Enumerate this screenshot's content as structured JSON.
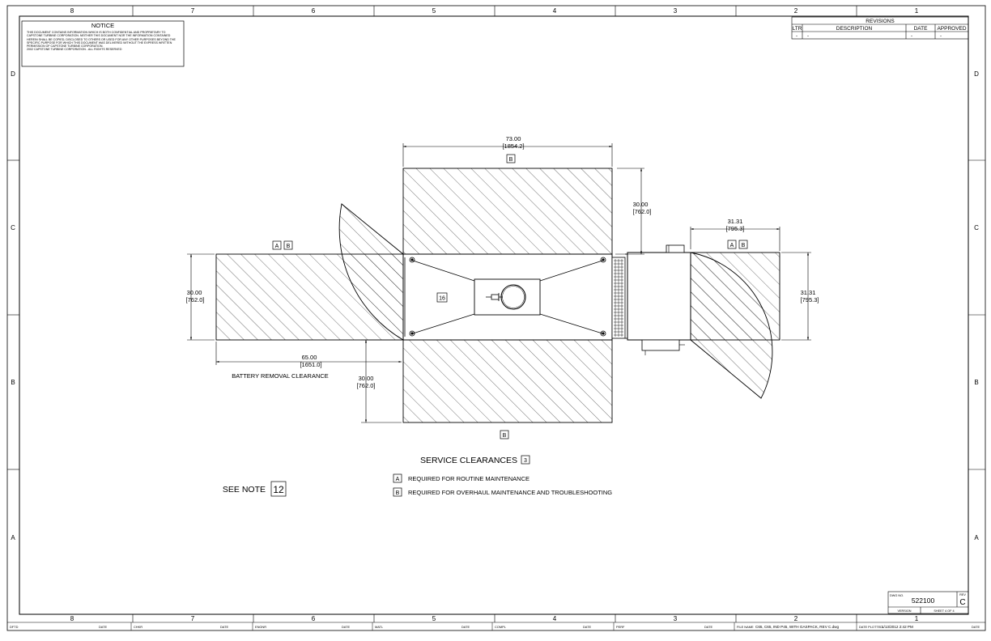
{
  "border": {
    "columns": [
      "8",
      "7",
      "6",
      "5",
      "4",
      "3",
      "2",
      "1"
    ],
    "rows": [
      "D",
      "C",
      "B",
      "A"
    ]
  },
  "notice": {
    "title": "NOTICE",
    "body": "THIS DOCUMENT CONTAINS INFORMATION WHICH IS BOTH CONFIDENTIAL AND PROPRIETARY TO CAPSTONE TURBINE CORPORATION. NEITHER THIS DOCUMENT NOR THE INFORMATION CONTAINED HEREIN SHALL BE COPIED, DISCLOSED TO OTHERS OR USED FOR ANY OTHER PURPOSES BEYOND THE SPECIFIC PURPOSE FOR WHICH THIS DOCUMENT WAS DELIVERED WITHOUT THE EXPRESS WRITTEN PERMISSION OF CAPSTONE TURBINE CORPORATION.",
    "copyright": "2002 CAPSTONE TURBINE CORPORATION - ALL RIGHTS RESERVED"
  },
  "revisions": {
    "title": "REVISIONS",
    "headers": [
      "LTR",
      "DESCRIPTION",
      "DATE",
      "APPROVED"
    ],
    "row": [
      "-",
      "-",
      "-",
      "-"
    ]
  },
  "dimensions": {
    "top_width": "73.00",
    "top_width_mm": "[1854.2]",
    "top_clearance": "30.00",
    "top_clearance_mm": "[762.0]",
    "right_width": "31.31",
    "right_width_mm": "[795.3]",
    "right_height": "31.31",
    "right_height_mm": "[795.3]",
    "left_height": "30.00",
    "left_height_mm": "[762.0]",
    "battery_width": "65.00",
    "battery_width_mm": "[1651.0]",
    "bottom_clearance": "30.00",
    "bottom_clearance_mm": "[762.0]"
  },
  "labels": {
    "battery_removal": "BATTERY REMOVAL CLEARANCE",
    "box_a": "A",
    "box_b": "B",
    "item_16": "16",
    "service_clearances": "SERVICE CLEARANCES",
    "service_note_ref": "3",
    "see_note": "SEE NOTE",
    "see_note_ref": "12",
    "legend_a": "REQUIRED FOR ROUTINE MAINTENANCE",
    "legend_b": "REQUIRED FOR OVERHAUL MAINTENANCE AND TROUBLESHOOTING"
  },
  "title_block": {
    "dwg_no_label": "DWG NO.",
    "dwg_no": "522100",
    "rev_label": "REV",
    "rev": "C",
    "version_label": "VERSION",
    "sheet_label": "SHEET 4 OF 4"
  },
  "footer": {
    "dftd": "DFTD",
    "date": "DATE",
    "chkr": "CHKR",
    "engnr": "ENGNR",
    "matl": "MATL",
    "compl": "COMPL",
    "perf": "PERF",
    "filename_label": "FILE NAME",
    "filename": "C65, C65, IND P45, WITH GASPACK, REV C.dwg",
    "plotted_label": "DATE PLOTTED",
    "plotted": "1/13/2012 2:42 PM"
  }
}
